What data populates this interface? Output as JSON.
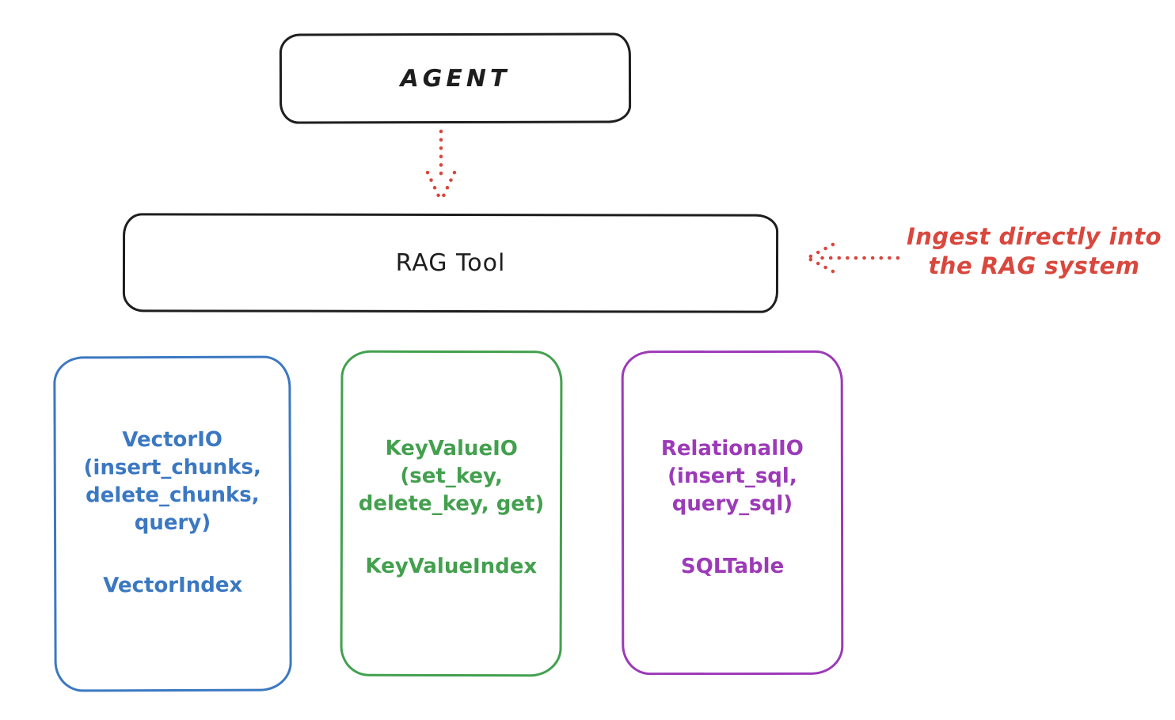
{
  "colors": {
    "ink": "#1e1e1e",
    "red": "#d9473d",
    "blue": "#3b78c2",
    "green": "#43a04e",
    "purple": "#9c3ab8",
    "background": "#ffffff"
  },
  "diagram": {
    "agent": {
      "label": "AGENT"
    },
    "rag_tool": {
      "label": "RAG Tool"
    },
    "annotation": {
      "line1": "Ingest directly into",
      "line2": "the RAG system"
    },
    "arrows": [
      {
        "name": "agent-to-rag-tool",
        "style": "dotted",
        "direction": "down",
        "color": "#d9473d"
      },
      {
        "name": "ingest-into-rag-tool",
        "style": "dotted",
        "direction": "left",
        "color": "#d9473d"
      }
    ]
  },
  "io_boxes": [
    {
      "title": "VectorIO",
      "methods": "(insert_chunks, delete_chunks, query)",
      "index_label": "VectorIndex",
      "color": "#3b78c2"
    },
    {
      "title": "KeyValueIO",
      "methods": "(set_key, delete_key, get)",
      "index_label": "KeyValueIndex",
      "color": "#43a04e"
    },
    {
      "title": "RelationalIO",
      "methods": "(insert_sql, query_sql)",
      "index_label": "SQLTable",
      "color": "#9c3ab8"
    }
  ]
}
